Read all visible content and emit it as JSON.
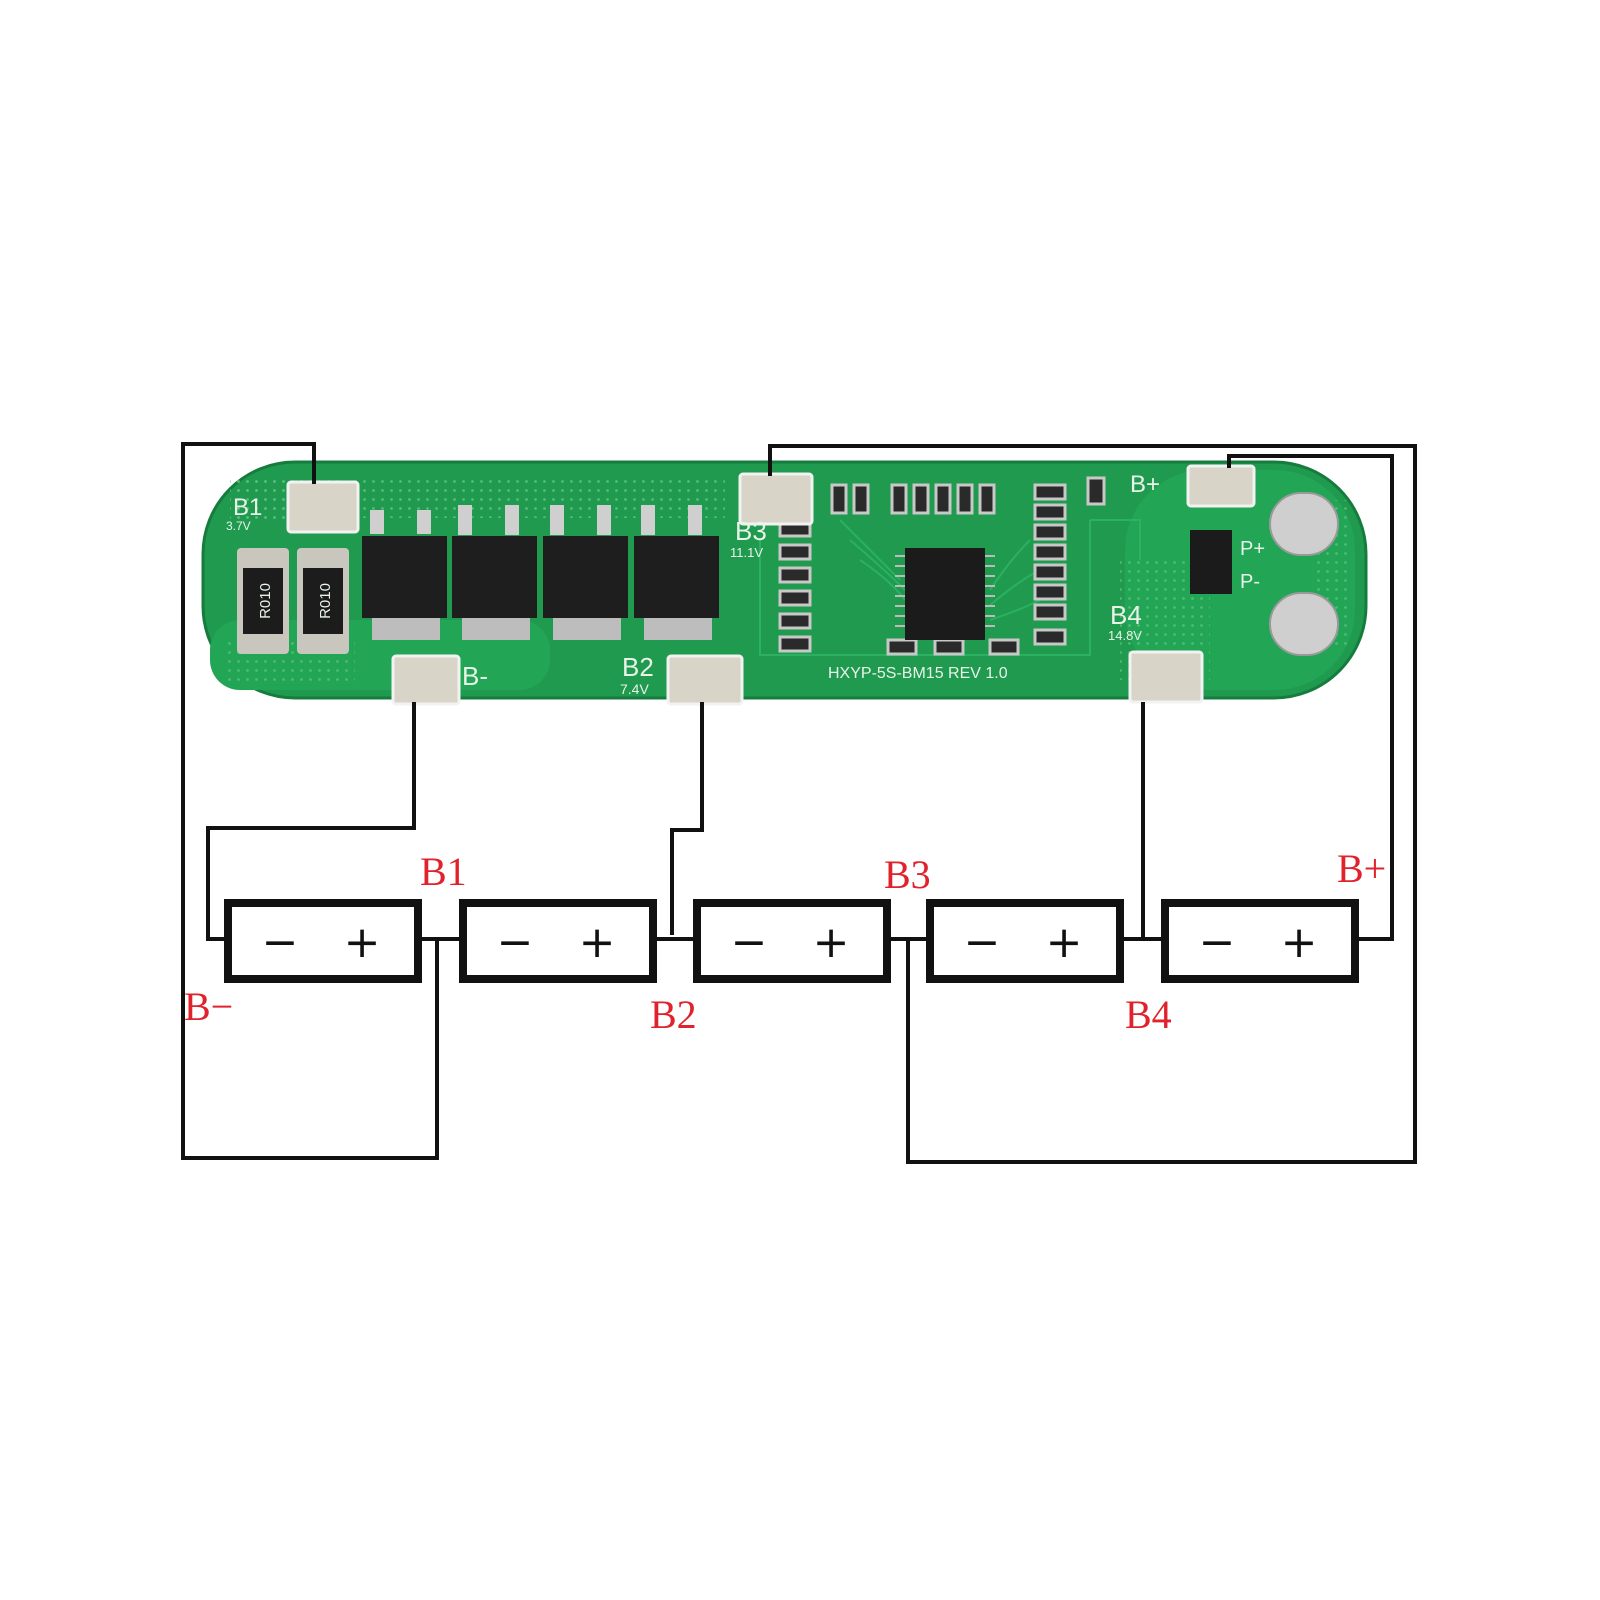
{
  "board": {
    "model": "HXYP-5S-BM15 REV 1.0",
    "resistor_code": "R010",
    "pads": {
      "b1": {
        "label": "B1",
        "voltage": "3.7V"
      },
      "b2": {
        "label": "B2",
        "voltage": "7.4V"
      },
      "b3": {
        "label": "B3",
        "voltage": "11.1V"
      },
      "b4": {
        "label": "B4",
        "voltage": "14.8V"
      },
      "bminus": {
        "label": "B-"
      },
      "bplus": {
        "label": "B+"
      },
      "pplus": {
        "label": "P+"
      },
      "pminus": {
        "label": "P-"
      }
    }
  },
  "cells": [
    {
      "minus": "−",
      "plus": "+"
    },
    {
      "minus": "−",
      "plus": "+"
    },
    {
      "minus": "−",
      "plus": "+"
    },
    {
      "minus": "−",
      "plus": "+"
    },
    {
      "minus": "−",
      "plus": "+"
    }
  ],
  "labels": {
    "b1": "B1",
    "b2": "B2",
    "b3": "B3",
    "b4": "B4",
    "bminus": "B−",
    "bplus": "B+"
  },
  "colors": {
    "pcb": "#1f9a4e",
    "pcb_dark": "#137a3a",
    "pad": "#d9d4c8",
    "wire": "#111111",
    "label_red": "#e0222c"
  }
}
